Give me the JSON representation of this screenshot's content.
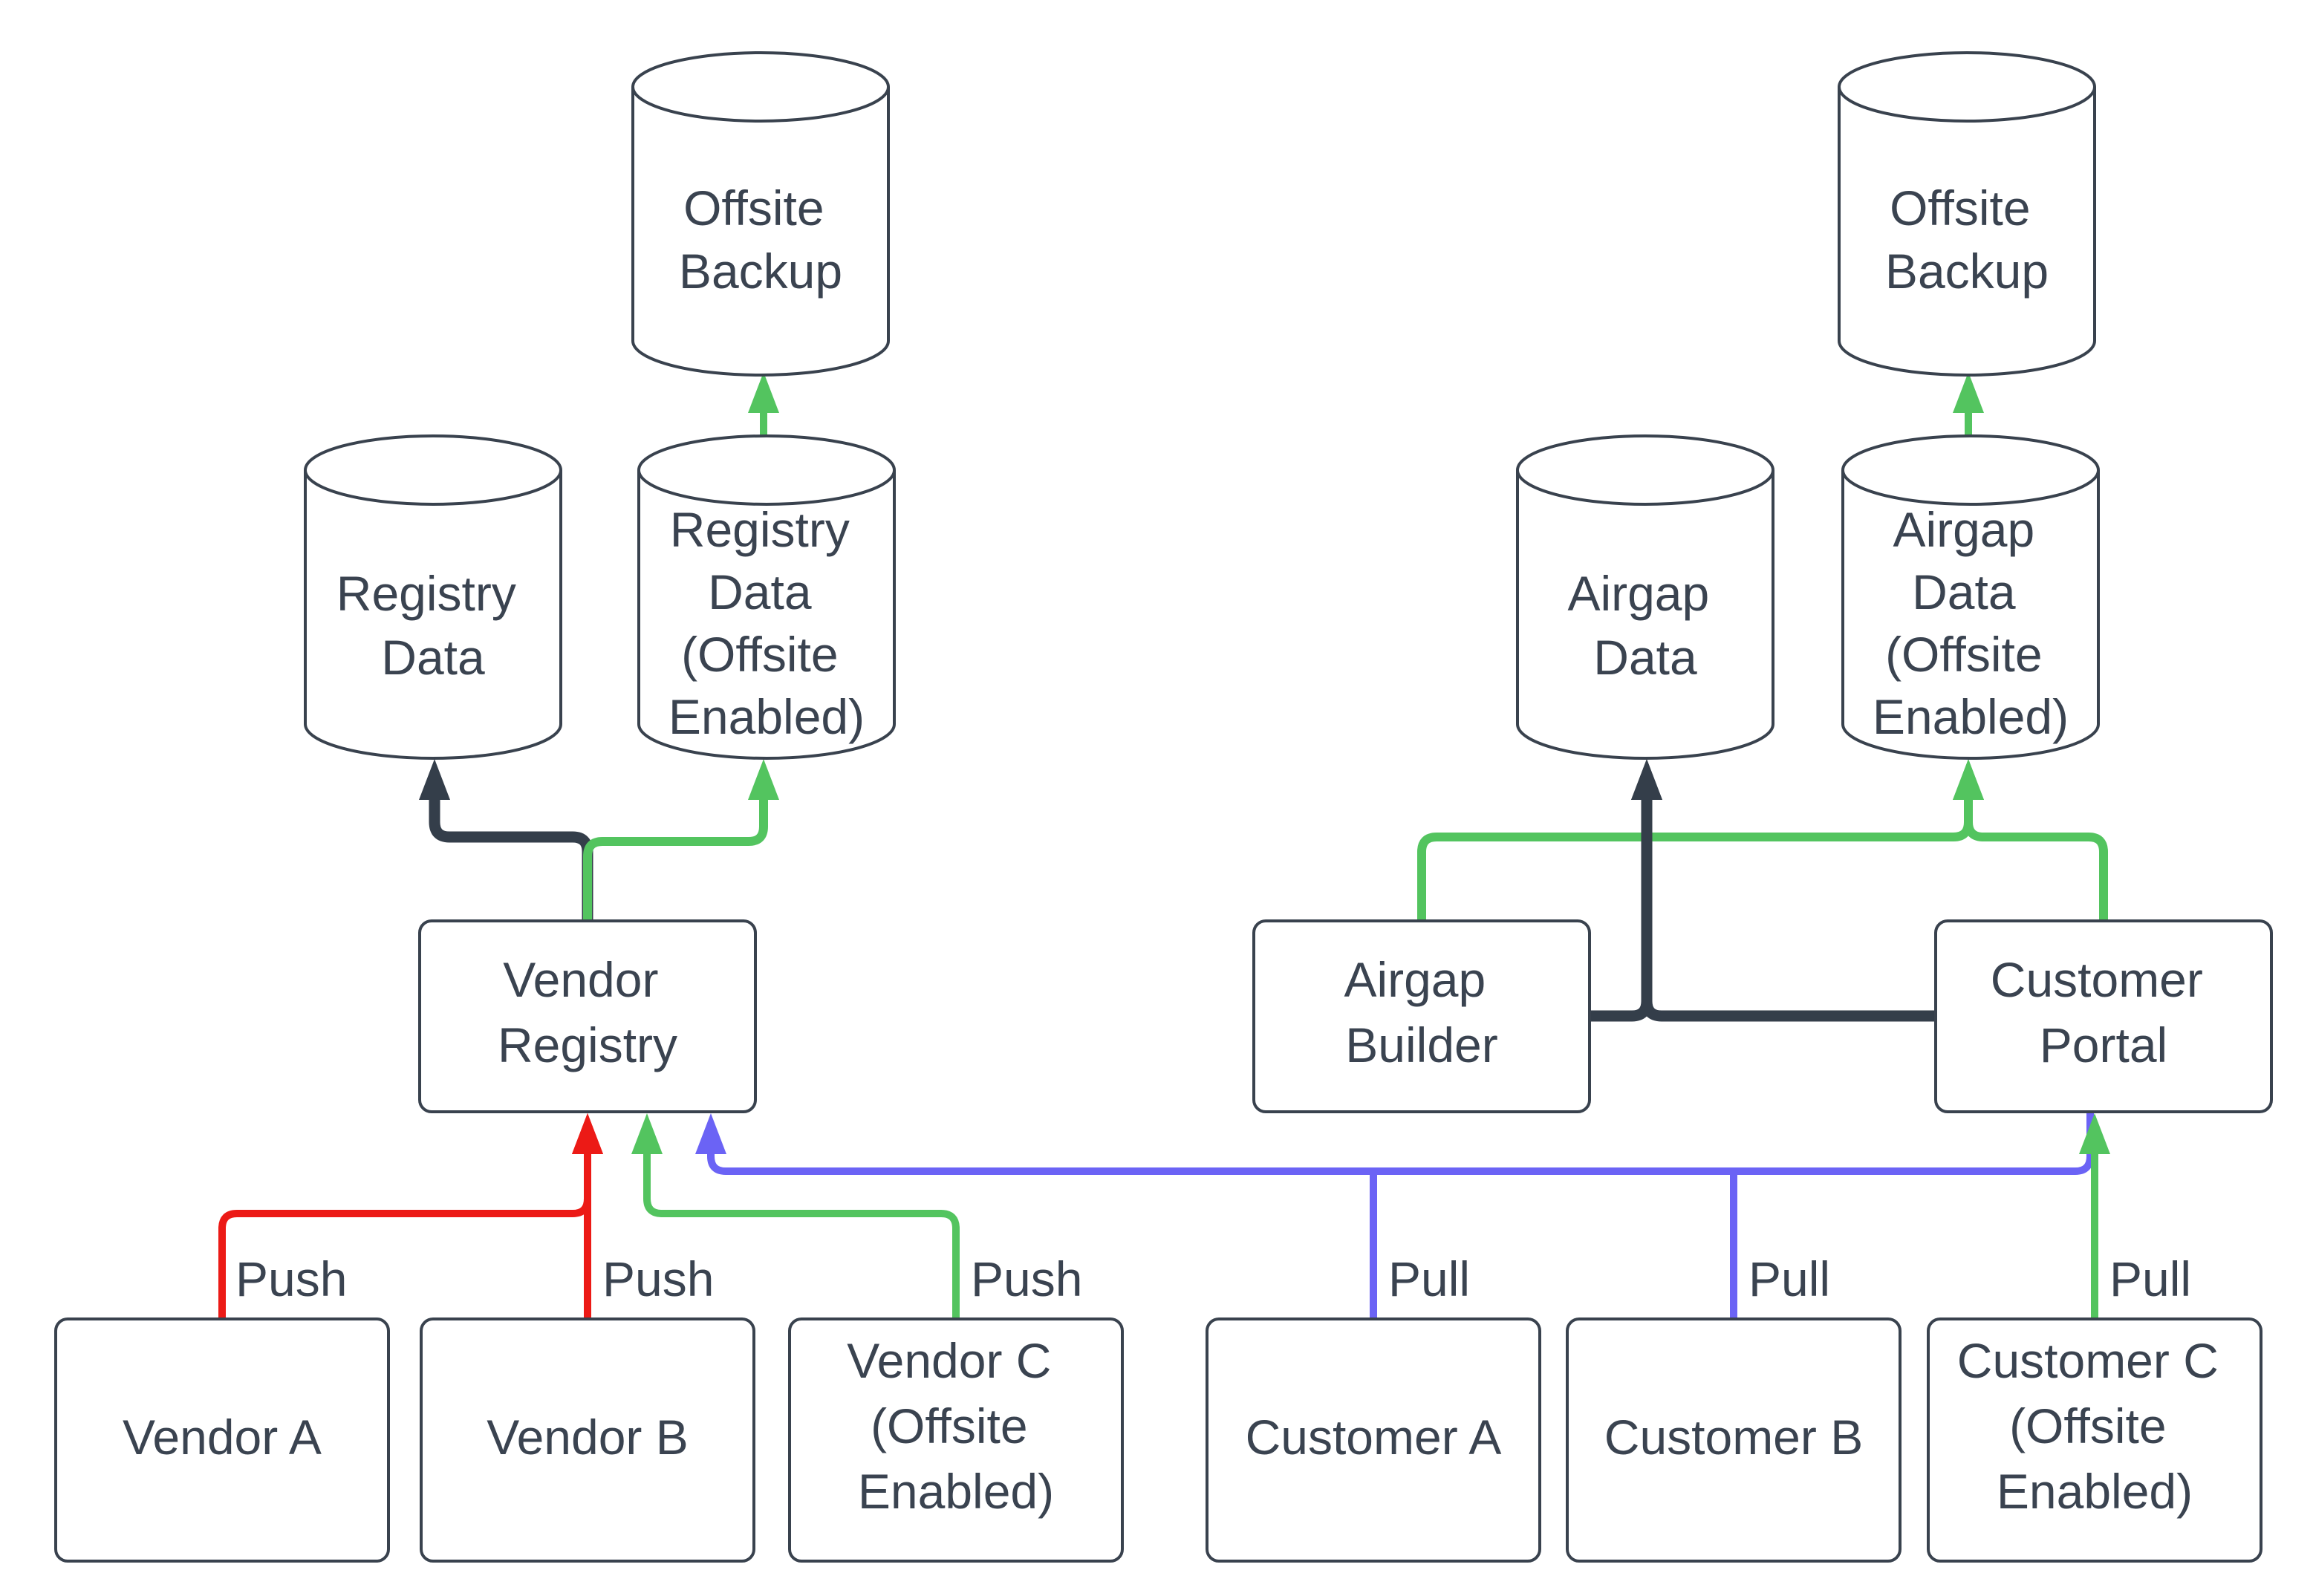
{
  "edge_labels": {
    "push": "Push",
    "pull": "Pull"
  },
  "nodes": {
    "offsite_backup_left": {
      "lines": [
        "Offsite",
        "Backup"
      ]
    },
    "registry_data": {
      "lines": [
        "Registry",
        "Data"
      ]
    },
    "registry_data_offsite": {
      "lines": [
        "Registry",
        "Data",
        "(Offsite",
        "Enabled)"
      ]
    },
    "vendor_registry": {
      "lines": [
        "Vendor",
        "Registry"
      ]
    },
    "vendor_a": {
      "lines": [
        "Vendor A"
      ]
    },
    "vendor_b": {
      "lines": [
        "Vendor B"
      ]
    },
    "vendor_c": {
      "lines": [
        "Vendor C",
        "(Offsite",
        "Enabled)"
      ]
    },
    "airgap_data": {
      "lines": [
        "Airgap",
        "Data"
      ]
    },
    "airgap_data_offsite": {
      "lines": [
        "Airgap",
        "Data",
        "(Offsite",
        "Enabled)"
      ]
    },
    "offsite_backup_right": {
      "lines": [
        "Offsite",
        "Backup"
      ]
    },
    "airgap_builder": {
      "lines": [
        "Airgap",
        "Builder"
      ]
    },
    "customer_portal": {
      "lines": [
        "Customer",
        "Portal"
      ]
    },
    "customer_a": {
      "lines": [
        "Customer A"
      ]
    },
    "customer_b": {
      "lines": [
        "Customer B"
      ]
    },
    "customer_c": {
      "lines": [
        "Customer C",
        "(Offsite",
        "Enabled)"
      ]
    }
  },
  "colors": {
    "stroke_dark": "#39424E",
    "dark_connector": "#343E4A",
    "text": "#3A4350",
    "green": "#53C45F",
    "red": "#EC1A16",
    "blue": "#6B63F5",
    "background": "#FFFFFF"
  }
}
